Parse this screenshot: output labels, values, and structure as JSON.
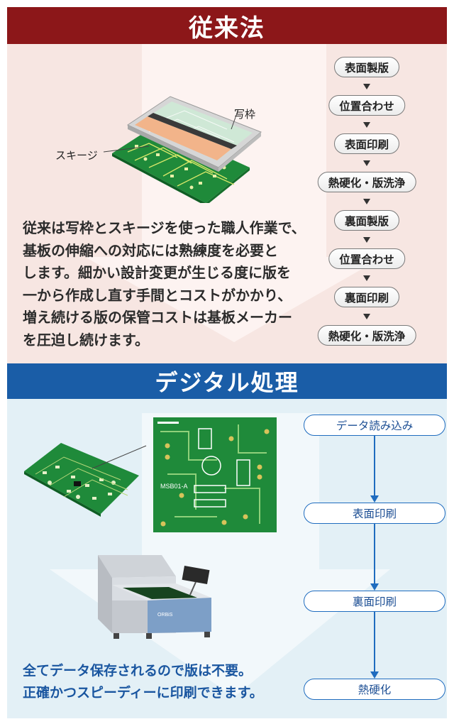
{
  "conventional": {
    "title": "従来法",
    "labels": {
      "frame": "写枠",
      "squeegee": "スキージ"
    },
    "description": [
      "従来は写枠とスキージを使った職人作業で、",
      "基板の伸縮への対応には熟練度を必要と",
      "します。細かい設計変更が生じる度に版を",
      "一から作成し直す手間とコストがかかり、",
      "増え続ける版の保管コストは基板メーカー",
      "を圧迫し続けます。"
    ],
    "steps": [
      "表面製版",
      "位置合わせ",
      "表面印刷",
      "熱硬化・版洗浄",
      "裏面製版",
      "位置合わせ",
      "裏面印刷",
      "熱硬化・版洗浄"
    ]
  },
  "digital": {
    "title": "デジタル処理",
    "description": [
      "全てデータ保存されるので版は不要。",
      "正確かつスピーディーに印刷できます。"
    ],
    "steps": [
      "データ読み込み",
      "表面印刷",
      "裏面印刷",
      "熱硬化"
    ],
    "pcb_silk": [
      "MSB01-A"
    ],
    "machine_brand": "ORBiS"
  },
  "colors": {
    "conventional_header": "#8c1719",
    "conventional_bg": "#f7e6e2",
    "digital_header": "#1a5da7",
    "digital_bg": "#e3f0f6",
    "digital_text": "#1a56a0",
    "pcb_green": "#1f8a3a",
    "paste_orange": "#f2b48a"
  }
}
